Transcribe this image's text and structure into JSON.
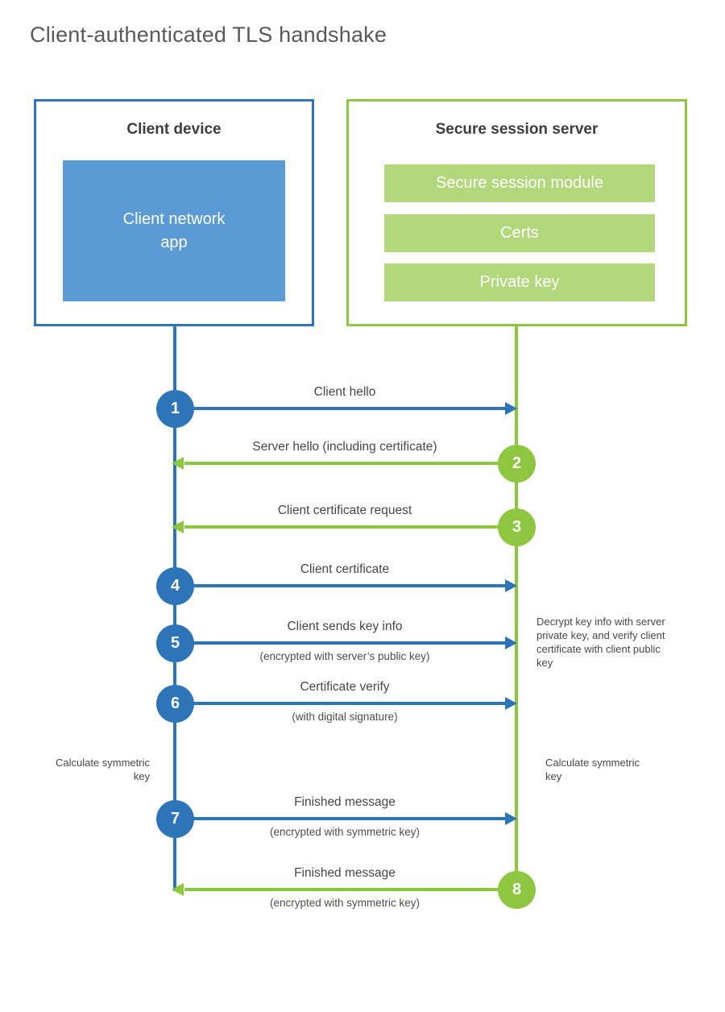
{
  "title": "Client-authenticated TLS handshake",
  "client_box": {
    "title": "Client device",
    "app_line1": "Client network",
    "app_line2": "app"
  },
  "server_box": {
    "title": "Secure session server",
    "modules": [
      "Secure session module",
      "Certs",
      "Private key"
    ]
  },
  "messages": [
    {
      "num": "1",
      "label": "Client hello",
      "from": "client"
    },
    {
      "num": "2",
      "label": "Server hello (including certificate)",
      "from": "server"
    },
    {
      "num": "3",
      "label": "Client certificate request",
      "from": "server"
    },
    {
      "num": "4",
      "label": "Client certificate",
      "from": "client"
    },
    {
      "num": "5",
      "label": "Client sends key info",
      "sub": "(encrypted with server’s public key)",
      "from": "client"
    },
    {
      "num": "6",
      "label": "Certificate verify",
      "sub": "(with digital signature)",
      "from": "client"
    },
    {
      "num": "7",
      "label": "Finished message",
      "sub": "(encrypted with symmetric key)",
      "from": "client"
    },
    {
      "num": "8",
      "label": "Finished message",
      "sub": "(encrypted with symmetric key)",
      "from": "server"
    }
  ],
  "annotations": {
    "decrypt_note": "Decrypt key info with server private key, and verify client certificate with client public key",
    "calc_left": "Calculate symmetric key",
    "calc_right": "Calculate symmetric key"
  },
  "colors": {
    "client_accent": "#2d74b8",
    "client_fill": "#5b9bd5",
    "server_accent": "#8dc63f",
    "server_fill": "#b3d87c",
    "title_text": "#58595b",
    "label_text": "#464646"
  }
}
